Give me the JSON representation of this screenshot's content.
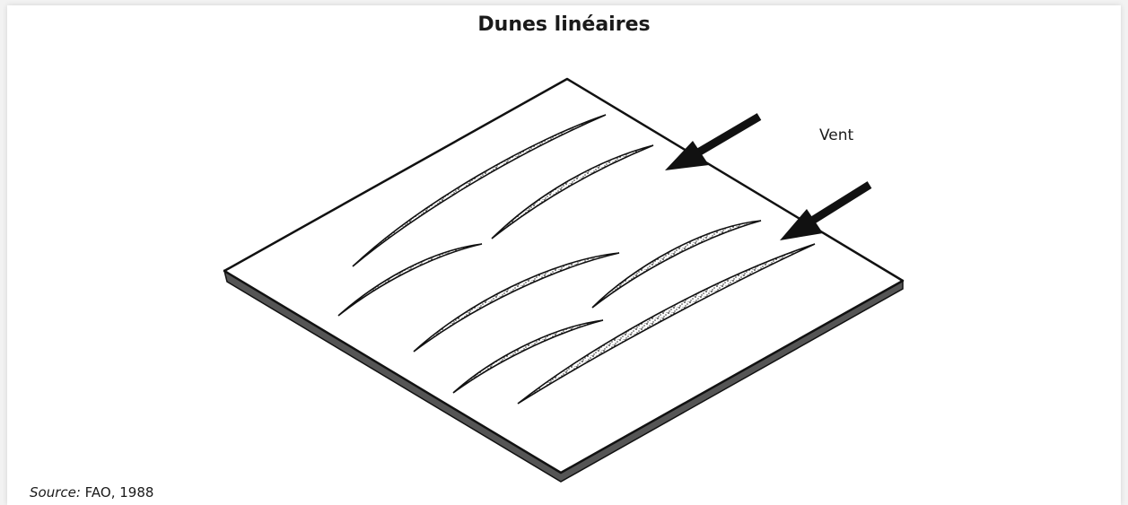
{
  "figure": {
    "title": "Dunes linéaires",
    "wind_label": "Vent",
    "source_prefix": "Source:",
    "source_text": " FAO, 1988"
  }
}
